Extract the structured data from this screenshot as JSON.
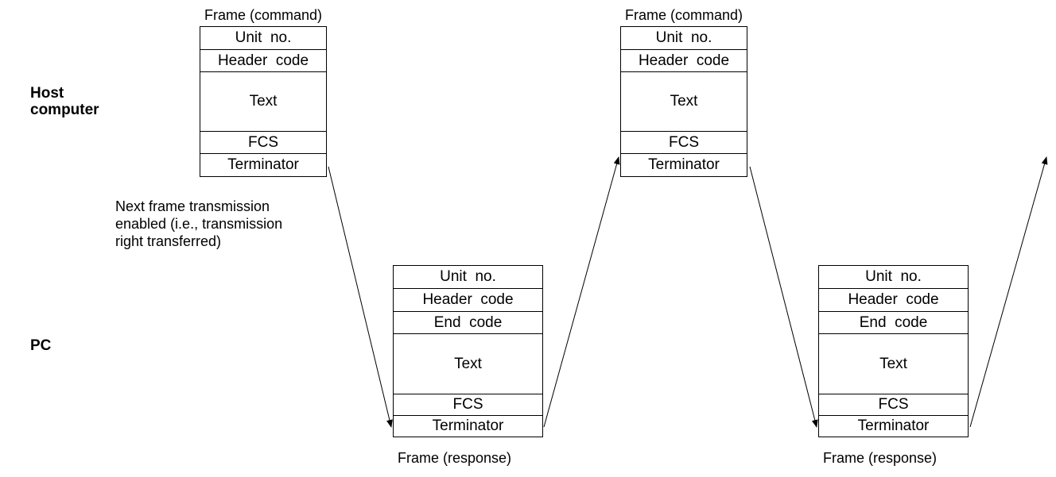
{
  "side_labels": {
    "host": "Host\ncomputer",
    "pc": "PC"
  },
  "note": "Next frame transmission\nenabled (i.e., transmission\nright transferred)",
  "command_frame": {
    "caption": "Frame (command)",
    "fields": [
      "Unit  no.",
      "Header  code",
      "Text",
      "FCS",
      "Terminator"
    ]
  },
  "response_frame": {
    "caption": "Frame (response)",
    "fields": [
      "Unit  no.",
      "Header  code",
      "End  code",
      "Text",
      "FCS",
      "Terminator"
    ]
  }
}
